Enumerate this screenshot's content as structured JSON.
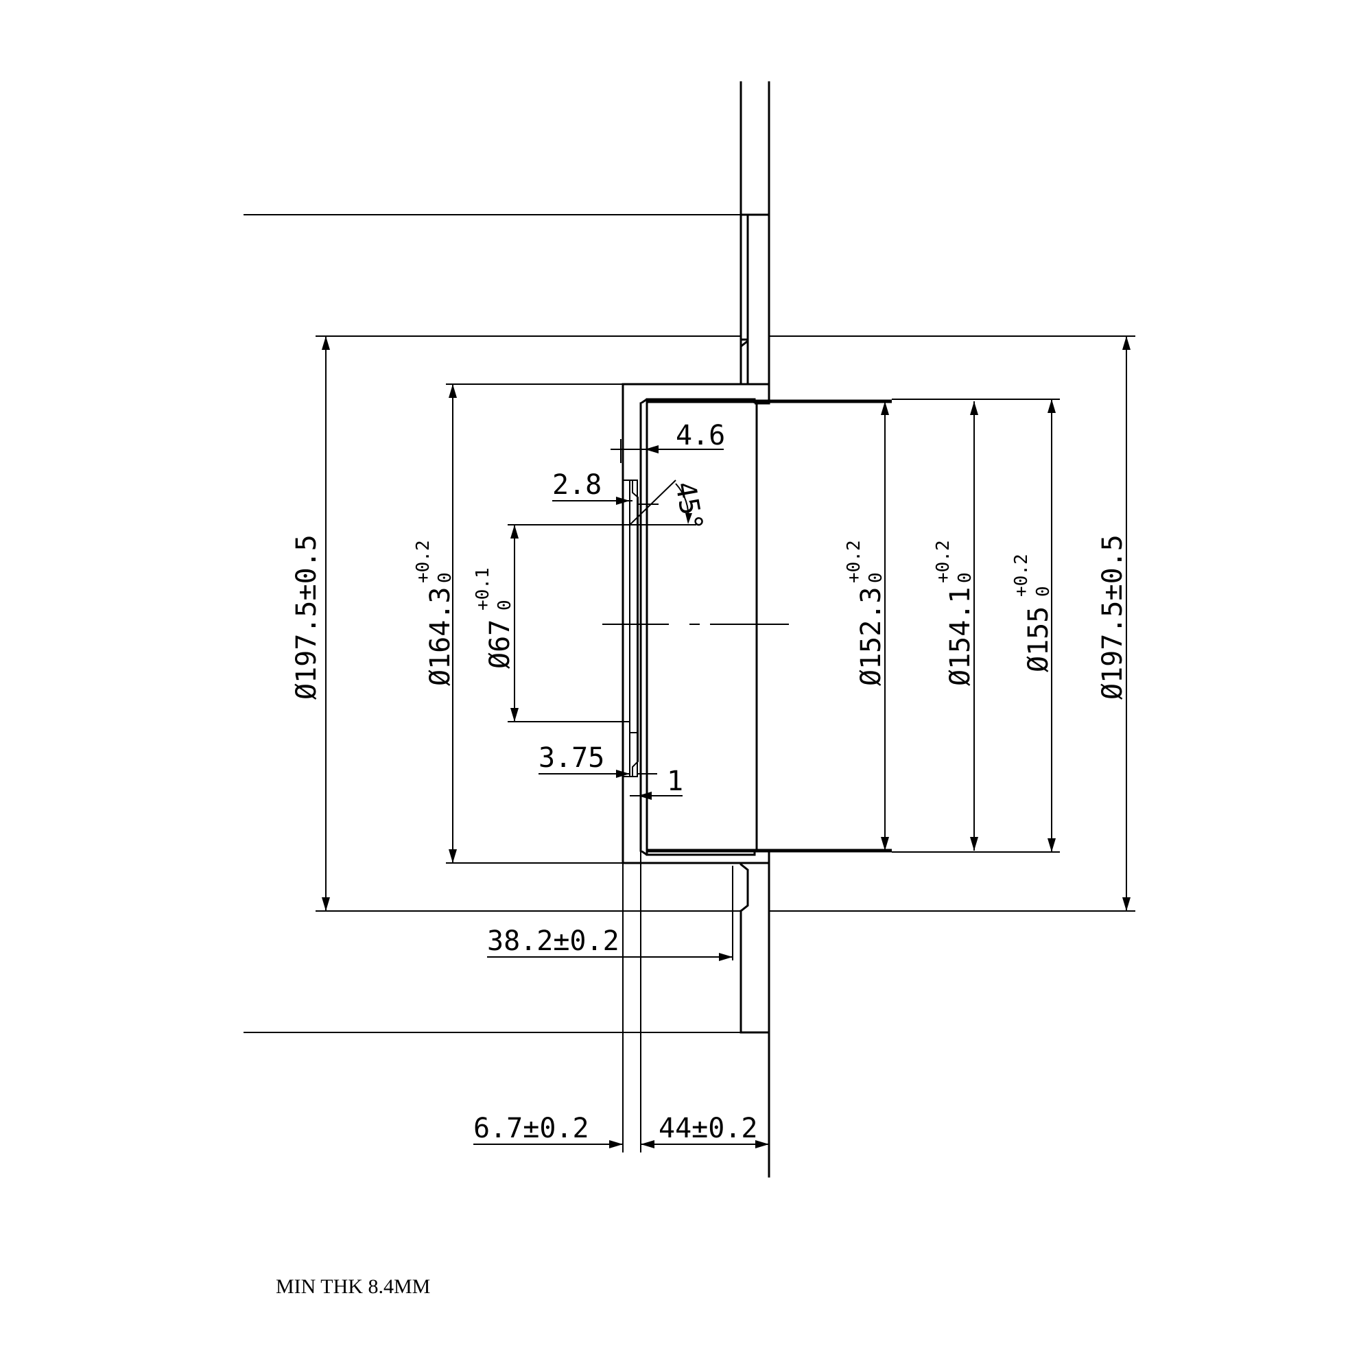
{
  "dimensions": {
    "outer_dia_left": {
      "base": "Ø197.5",
      "tol": "±0.5"
    },
    "hat_outer_dia": {
      "base": "Ø164.3",
      "upper": "+0.2",
      "lower": "0"
    },
    "center_bore_dia": {
      "base": "Ø67",
      "upper": "+0.1",
      "lower": "0"
    },
    "inner_dia_1": {
      "base": "Ø152.3",
      "upper": "+0.2",
      "lower": "0"
    },
    "inner_dia_2": {
      "base": "Ø154.1",
      "upper": "+0.2",
      "lower": "0"
    },
    "inner_dia_3": {
      "base": "Ø155",
      "upper": "+0.2",
      "lower": "0"
    },
    "outer_dia_right": {
      "base": "Ø197.5",
      "tol": "±0.5"
    },
    "flange_step": "4.6",
    "bore_chamfer_depth": "2.8",
    "chamfer_angle": "45°",
    "groove_width": "3.75",
    "groove_depth": "1",
    "hat_offset": {
      "base": "38.2",
      "tol": "±0.2"
    },
    "hat_wall_thickness": {
      "base": "6.7",
      "tol": "±0.2"
    },
    "total_height": {
      "base": "44",
      "tol": "±0.2"
    }
  },
  "note": "MIN THK 8.4MM"
}
